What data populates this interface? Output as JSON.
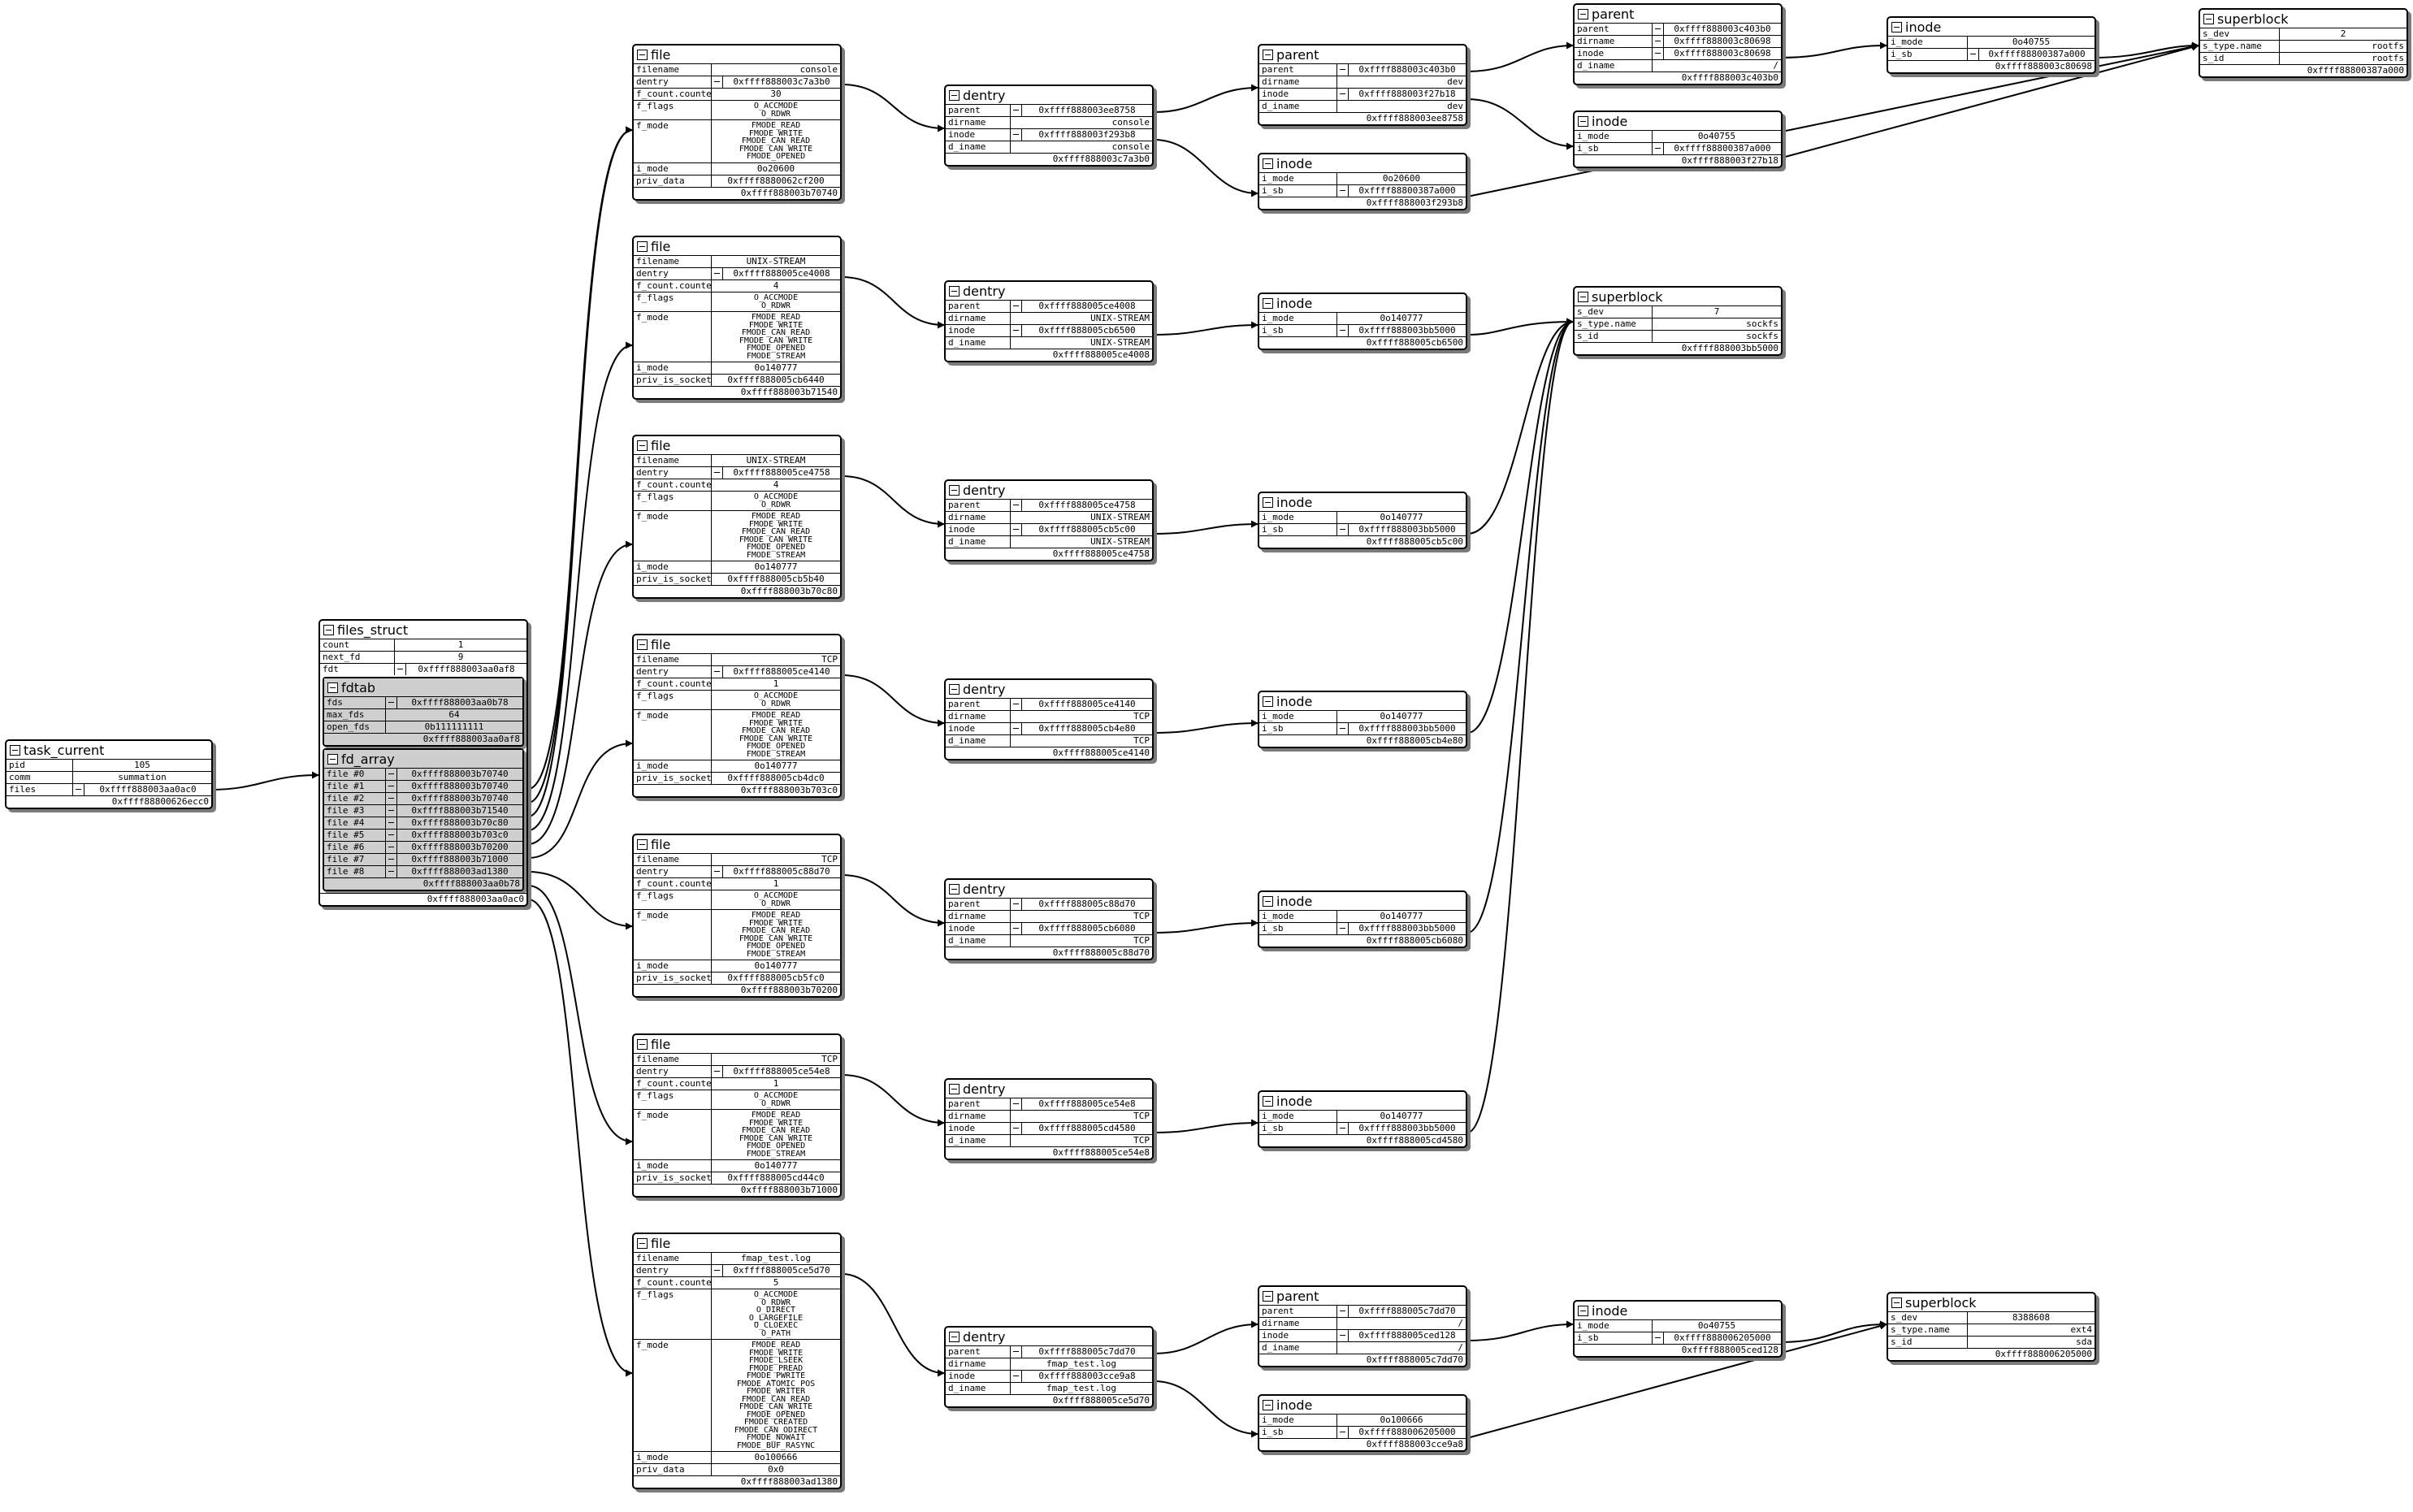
{
  "task_current": {
    "title": "task_current",
    "rows": [
      {
        "k": "pid",
        "v": "105"
      },
      {
        "k": "comm",
        "v": "summation"
      },
      {
        "k": "files",
        "v": "0xffff888003aa0ac0",
        "toggle": true
      }
    ],
    "addr": "0xffff88800626ecc0"
  },
  "files_struct": {
    "title": "files_struct",
    "rows": [
      {
        "k": "count",
        "v": "1"
      },
      {
        "k": "next_fd",
        "v": "9"
      },
      {
        "k": "fdt",
        "v": "0xffff888003aa0af8",
        "toggle": true
      }
    ],
    "fdtab": {
      "title": "fdtab",
      "rows": [
        {
          "k": "fds",
          "v": "0xffff888003aa0b78",
          "toggle": true
        },
        {
          "k": "max_fds",
          "v": "64"
        },
        {
          "k": "open_fds",
          "v": "0b111111111"
        }
      ],
      "addr": "0xffff888003aa0af8"
    },
    "fd_array": {
      "title": "fd_array",
      "rows": [
        {
          "k": "file #0",
          "v": "0xffff888003b70740",
          "toggle": true
        },
        {
          "k": "file #1",
          "v": "0xffff888003b70740",
          "toggle": true
        },
        {
          "k": "file #2",
          "v": "0xffff888003b70740",
          "toggle": true
        },
        {
          "k": "file #3",
          "v": "0xffff888003b71540",
          "toggle": true
        },
        {
          "k": "file #4",
          "v": "0xffff888003b70c80",
          "toggle": true
        },
        {
          "k": "file #5",
          "v": "0xffff888003b703c0",
          "toggle": true
        },
        {
          "k": "file #6",
          "v": "0xffff888003b70200",
          "toggle": true
        },
        {
          "k": "file #7",
          "v": "0xffff888003b71000",
          "toggle": true
        },
        {
          "k": "file #8",
          "v": "0xffff888003ad1380",
          "toggle": true
        }
      ],
      "addr": "0xffff888003aa0b78"
    },
    "addr": "0xffff888003aa0ac0"
  },
  "files": [
    {
      "title": "file",
      "rows": [
        {
          "k": "filename",
          "v": "console",
          "r": true
        },
        {
          "k": "dentry",
          "v": "0xffff888003c7a3b0",
          "toggle": true
        },
        {
          "k": "f_count.counter",
          "v": "30"
        },
        {
          "k": "f_flags",
          "v": "O_ACCMODE\nO_RDWR",
          "ml": true
        },
        {
          "k": "f_mode",
          "v": "FMODE_READ\nFMODE_WRITE\nFMODE_CAN_READ\nFMODE_CAN_WRITE\nFMODE_OPENED",
          "ml": true
        },
        {
          "k": "i_mode",
          "v": "0o20600"
        },
        {
          "k": "priv_data",
          "v": "0xffff8880062cf200"
        }
      ],
      "addr": "0xffff888003b70740"
    },
    {
      "title": "file",
      "rows": [
        {
          "k": "filename",
          "v": "UNIX-STREAM"
        },
        {
          "k": "dentry",
          "v": "0xffff888005ce4008",
          "toggle": true
        },
        {
          "k": "f_count.counter",
          "v": "4"
        },
        {
          "k": "f_flags",
          "v": "O_ACCMODE\nO_RDWR",
          "ml": true
        },
        {
          "k": "f_mode",
          "v": "FMODE_READ\nFMODE_WRITE\nFMODE_CAN_READ\nFMODE_CAN_WRITE\nFMODE_OPENED\nFMODE_STREAM",
          "ml": true
        },
        {
          "k": "i_mode",
          "v": "0o140777"
        },
        {
          "k": "priv_is_socket",
          "v": "0xffff888005cb6440"
        }
      ],
      "addr": "0xffff888003b71540"
    },
    {
      "title": "file",
      "rows": [
        {
          "k": "filename",
          "v": "UNIX-STREAM"
        },
        {
          "k": "dentry",
          "v": "0xffff888005ce4758",
          "toggle": true
        },
        {
          "k": "f_count.counter",
          "v": "4"
        },
        {
          "k": "f_flags",
          "v": "O_ACCMODE\nO_RDWR",
          "ml": true
        },
        {
          "k": "f_mode",
          "v": "FMODE_READ\nFMODE_WRITE\nFMODE_CAN_READ\nFMODE_CAN_WRITE\nFMODE_OPENED\nFMODE_STREAM",
          "ml": true
        },
        {
          "k": "i_mode",
          "v": "0o140777"
        },
        {
          "k": "priv_is_socket",
          "v": "0xffff888005cb5b40"
        }
      ],
      "addr": "0xffff888003b70c80"
    },
    {
      "title": "file",
      "rows": [
        {
          "k": "filename",
          "v": "TCP",
          "r": true
        },
        {
          "k": "dentry",
          "v": "0xffff888005ce4140",
          "toggle": true
        },
        {
          "k": "f_count.counter",
          "v": "1"
        },
        {
          "k": "f_flags",
          "v": "O_ACCMODE\nO_RDWR",
          "ml": true
        },
        {
          "k": "f_mode",
          "v": "FMODE_READ\nFMODE_WRITE\nFMODE_CAN_READ\nFMODE_CAN_WRITE\nFMODE_OPENED\nFMODE_STREAM",
          "ml": true
        },
        {
          "k": "i_mode",
          "v": "0o140777"
        },
        {
          "k": "priv_is_socket",
          "v": "0xffff888005cb4dc0"
        }
      ],
      "addr": "0xffff888003b703c0"
    },
    {
      "title": "file",
      "rows": [
        {
          "k": "filename",
          "v": "TCP",
          "r": true
        },
        {
          "k": "dentry",
          "v": "0xffff888005c88d70",
          "toggle": true
        },
        {
          "k": "f_count.counter",
          "v": "1"
        },
        {
          "k": "f_flags",
          "v": "O_ACCMODE\nO_RDWR",
          "ml": true
        },
        {
          "k": "f_mode",
          "v": "FMODE_READ\nFMODE_WRITE\nFMODE_CAN_READ\nFMODE_CAN_WRITE\nFMODE_OPENED\nFMODE_STREAM",
          "ml": true
        },
        {
          "k": "i_mode",
          "v": "0o140777"
        },
        {
          "k": "priv_is_socket",
          "v": "0xffff888005cb5fc0"
        }
      ],
      "addr": "0xffff888003b70200"
    },
    {
      "title": "file",
      "rows": [
        {
          "k": "filename",
          "v": "TCP",
          "r": true
        },
        {
          "k": "dentry",
          "v": "0xffff888005ce54e8",
          "toggle": true
        },
        {
          "k": "f_count.counter",
          "v": "1"
        },
        {
          "k": "f_flags",
          "v": "O_ACCMODE\nO_RDWR",
          "ml": true
        },
        {
          "k": "f_mode",
          "v": "FMODE_READ\nFMODE_WRITE\nFMODE_CAN_READ\nFMODE_CAN_WRITE\nFMODE_OPENED\nFMODE_STREAM",
          "ml": true
        },
        {
          "k": "i_mode",
          "v": "0o140777"
        },
        {
          "k": "priv_is_socket",
          "v": "0xffff888005cd44c0"
        }
      ],
      "addr": "0xffff888003b71000"
    },
    {
      "title": "file",
      "rows": [
        {
          "k": "filename",
          "v": "fmap_test.log"
        },
        {
          "k": "dentry",
          "v": "0xffff888005ce5d70",
          "toggle": true
        },
        {
          "k": "f_count.counter",
          "v": "5"
        },
        {
          "k": "f_flags",
          "v": "O_ACCMODE\nO_RDWR\nO_DIRECT\nO_LARGEFILE\nO_CLOEXEC\nO_PATH",
          "ml": true
        },
        {
          "k": "f_mode",
          "v": "FMODE_READ\nFMODE_WRITE\nFMODE_LSEEK\nFMODE_PREAD\nFMODE_PWRITE\nFMODE_ATOMIC_POS\nFMODE_WRITER\nFMODE_CAN_READ\nFMODE_CAN_WRITE\nFMODE_OPENED\nFMODE_CREATED\nFMODE_CAN_ODIRECT\nFMODE_NOWAIT\nFMODE_BUF_RASYNC",
          "ml": true
        },
        {
          "k": "i_mode",
          "v": "0o100666"
        },
        {
          "k": "priv_data",
          "v": "0x0"
        }
      ],
      "addr": "0xffff888003ad1380"
    }
  ],
  "dentries": [
    {
      "title": "dentry",
      "rows": [
        {
          "k": "parent",
          "v": "0xffff888003ee8758",
          "toggle": true
        },
        {
          "k": "dirname",
          "v": "console",
          "r": true
        },
        {
          "k": "inode",
          "v": "0xffff888003f293b8",
          "toggle": true
        },
        {
          "k": "d_iname",
          "v": "console",
          "r": true
        }
      ],
      "addr": "0xffff888003c7a3b0"
    },
    {
      "title": "dentry",
      "rows": [
        {
          "k": "parent",
          "v": "0xffff888005ce4008",
          "toggle": true
        },
        {
          "k": "dirname",
          "v": "UNIX-STREAM",
          "r": true
        },
        {
          "k": "inode",
          "v": "0xffff888005cb6500",
          "toggle": true
        },
        {
          "k": "d_iname",
          "v": "UNIX-STREAM",
          "r": true
        }
      ],
      "addr": "0xffff888005ce4008"
    },
    {
      "title": "dentry",
      "rows": [
        {
          "k": "parent",
          "v": "0xffff888005ce4758",
          "toggle": true
        },
        {
          "k": "dirname",
          "v": "UNIX-STREAM",
          "r": true
        },
        {
          "k": "inode",
          "v": "0xffff888005cb5c00",
          "toggle": true
        },
        {
          "k": "d_iname",
          "v": "UNIX-STREAM",
          "r": true
        }
      ],
      "addr": "0xffff888005ce4758"
    },
    {
      "title": "dentry",
      "rows": [
        {
          "k": "parent",
          "v": "0xffff888005ce4140",
          "toggle": true
        },
        {
          "k": "dirname",
          "v": "TCP",
          "r": true
        },
        {
          "k": "inode",
          "v": "0xffff888005cb4e80",
          "toggle": true
        },
        {
          "k": "d_iname",
          "v": "TCP",
          "r": true
        }
      ],
      "addr": "0xffff888005ce4140"
    },
    {
      "title": "dentry",
      "rows": [
        {
          "k": "parent",
          "v": "0xffff888005c88d70",
          "toggle": true
        },
        {
          "k": "dirname",
          "v": "TCP",
          "r": true
        },
        {
          "k": "inode",
          "v": "0xffff888005cb6080",
          "toggle": true
        },
        {
          "k": "d_iname",
          "v": "TCP",
          "r": true
        }
      ],
      "addr": "0xffff888005c88d70"
    },
    {
      "title": "dentry",
      "rows": [
        {
          "k": "parent",
          "v": "0xffff888005ce54e8",
          "toggle": true
        },
        {
          "k": "dirname",
          "v": "TCP",
          "r": true
        },
        {
          "k": "inode",
          "v": "0xffff888005cd4580",
          "toggle": true
        },
        {
          "k": "d_iname",
          "v": "TCP",
          "r": true
        }
      ],
      "addr": "0xffff888005ce54e8"
    },
    {
      "title": "dentry",
      "rows": [
        {
          "k": "parent",
          "v": "0xffff888005c7dd70",
          "toggle": true
        },
        {
          "k": "dirname",
          "v": "fmap_test.log"
        },
        {
          "k": "inode",
          "v": "0xffff888003cce9a8",
          "toggle": true
        },
        {
          "k": "d_iname",
          "v": "fmap_test.log"
        }
      ],
      "addr": "0xffff888005ce5d70"
    }
  ],
  "col3": [
    {
      "title": "parent",
      "rows": [
        {
          "k": "parent",
          "v": "0xffff888003c403b0",
          "toggle": true
        },
        {
          "k": "dirname",
          "v": "dev",
          "r": true
        },
        {
          "k": "inode",
          "v": "0xffff888003f27b18",
          "toggle": true
        },
        {
          "k": "d_iname",
          "v": "dev",
          "r": true
        }
      ],
      "addr": "0xffff888003ee8758"
    },
    {
      "title": "inode",
      "rows": [
        {
          "k": "i_mode",
          "v": "0o20600"
        },
        {
          "k": "i_sb",
          "v": "0xffff88800387a000",
          "toggle": true
        }
      ],
      "addr": "0xffff888003f293b8"
    },
    {
      "title": "inode",
      "rows": [
        {
          "k": "i_mode",
          "v": "0o140777"
        },
        {
          "k": "i_sb",
          "v": "0xffff888003bb5000",
          "toggle": true
        }
      ],
      "addr": "0xffff888005cb6500"
    },
    {
      "title": "inode",
      "rows": [
        {
          "k": "i_mode",
          "v": "0o140777"
        },
        {
          "k": "i_sb",
          "v": "0xffff888003bb5000",
          "toggle": true
        }
      ],
      "addr": "0xffff888005cb5c00"
    },
    {
      "title": "inode",
      "rows": [
        {
          "k": "i_mode",
          "v": "0o140777"
        },
        {
          "k": "i_sb",
          "v": "0xffff888003bb5000",
          "toggle": true
        }
      ],
      "addr": "0xffff888005cb4e80"
    },
    {
      "title": "inode",
      "rows": [
        {
          "k": "i_mode",
          "v": "0o140777"
        },
        {
          "k": "i_sb",
          "v": "0xffff888003bb5000",
          "toggle": true
        }
      ],
      "addr": "0xffff888005cb6080"
    },
    {
      "title": "inode",
      "rows": [
        {
          "k": "i_mode",
          "v": "0o140777"
        },
        {
          "k": "i_sb",
          "v": "0xffff888003bb5000",
          "toggle": true
        }
      ],
      "addr": "0xffff888005cd4580"
    },
    {
      "title": "parent",
      "rows": [
        {
          "k": "parent",
          "v": "0xffff888005c7dd70",
          "toggle": true
        },
        {
          "k": "dirname",
          "v": "/",
          "r": true
        },
        {
          "k": "inode",
          "v": "0xffff888005ced128",
          "toggle": true
        },
        {
          "k": "d_iname",
          "v": "/",
          "r": true
        }
      ],
      "addr": "0xffff888005c7dd70"
    },
    {
      "title": "inode",
      "rows": [
        {
          "k": "i_mode",
          "v": "0o100666"
        },
        {
          "k": "i_sb",
          "v": "0xffff888006205000",
          "toggle": true
        }
      ],
      "addr": "0xffff888003cce9a8"
    }
  ],
  "col4": [
    {
      "title": "parent",
      "rows": [
        {
          "k": "parent",
          "v": "0xffff888003c403b0",
          "toggle": true
        },
        {
          "k": "dirname",
          "v": "0xffff888003c80698",
          "toggle": true
        },
        {
          "k": "inode",
          "v": "0xffff888003c80698",
          "toggle": true
        },
        {
          "k": "d_iname",
          "v": "/",
          "r": true
        }
      ],
      "addr": "0xffff888003c403b0"
    },
    {
      "title": "inode",
      "rows": [
        {
          "k": "i_mode",
          "v": "0o40755"
        },
        {
          "k": "i_sb",
          "v": "0xffff88800387a000",
          "toggle": true
        }
      ],
      "addr": "0xffff888003f27b18"
    },
    {
      "title": "superblock",
      "rows": [
        {
          "k": "s_dev",
          "v": "7"
        },
        {
          "k": "s_type.name",
          "v": "sockfs",
          "r": true
        },
        {
          "k": "s_id",
          "v": "sockfs",
          "r": true
        }
      ],
      "addr": "0xffff888003bb5000"
    },
    {
      "title": "inode",
      "rows": [
        {
          "k": "i_mode",
          "v": "0o40755"
        },
        {
          "k": "i_sb",
          "v": "0xffff888006205000",
          "toggle": true
        }
      ],
      "addr": "0xffff888005ced128"
    }
  ],
  "col5": [
    {
      "title": "inode",
      "rows": [
        {
          "k": "i_mode",
          "v": "0o40755"
        },
        {
          "k": "i_sb",
          "v": "0xffff88800387a000",
          "toggle": true
        }
      ],
      "addr": "0xffff888003c80698"
    },
    {
      "title": "superblock",
      "rows": [
        {
          "k": "s_dev",
          "v": "8388608"
        },
        {
          "k": "s_type.name",
          "v": "ext4",
          "r": true
        },
        {
          "k": "s_id",
          "v": "sda",
          "r": true
        }
      ],
      "addr": "0xffff888006205000"
    }
  ],
  "col6": [
    {
      "title": "superblock",
      "rows": [
        {
          "k": "s_dev",
          "v": "2"
        },
        {
          "k": "s_type.name",
          "v": "rootfs",
          "r": true
        },
        {
          "k": "s_id",
          "v": "rootfs",
          "r": true
        }
      ],
      "addr": "0xffff88800387a000"
    }
  ]
}
